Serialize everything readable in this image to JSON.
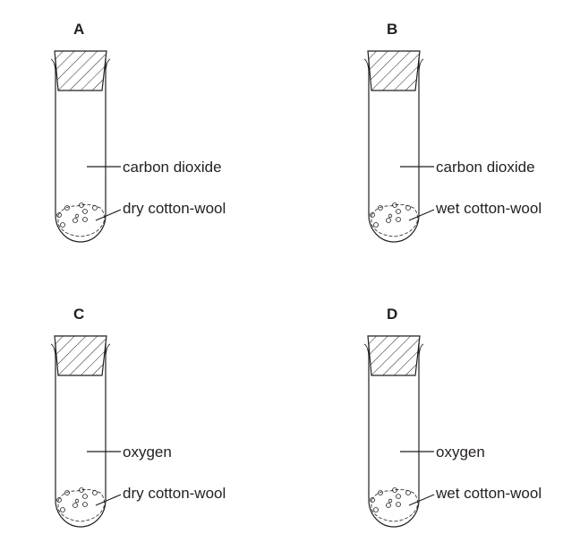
{
  "tubes": [
    {
      "letter": "A",
      "gas": "carbon dioxide",
      "wool": "dry cotton-wool"
    },
    {
      "letter": "B",
      "gas": "carbon dioxide",
      "wool": "wet cotton-wool"
    },
    {
      "letter": "C",
      "gas": "oxygen",
      "wool": "dry cotton-wool"
    },
    {
      "letter": "D",
      "gas": "oxygen",
      "wool": "wet cotton-wool"
    }
  ]
}
